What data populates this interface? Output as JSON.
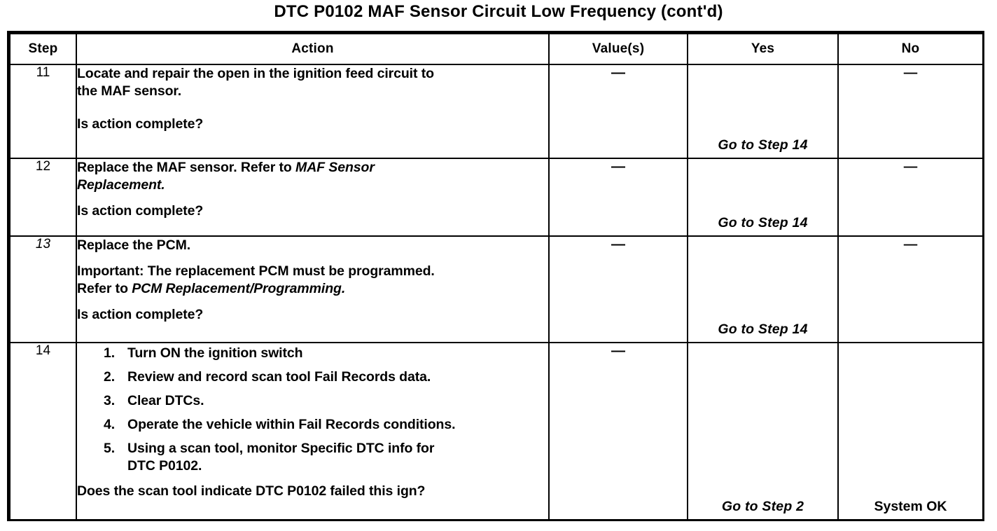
{
  "document": {
    "title": "DTC P0102 MAF Sensor Circuit Low Frequency (cont'd)"
  },
  "table": {
    "headers": {
      "step": "Step",
      "action": "Action",
      "value": "Value(s)",
      "yes": "Yes",
      "no": "No"
    },
    "rows": [
      {
        "step": "11",
        "action_line1": "Locate and repair the open in the ignition feed circuit to",
        "action_line2": "the MAF sensor.",
        "action_question": "Is action complete?",
        "value": "—",
        "yes_goto": "Go to Step 14",
        "no": "—"
      },
      {
        "step": "12",
        "action_line1_plain": "Replace the MAF sensor. Refer to ",
        "action_line1_italic": "MAF Sensor",
        "action_line2_italic": "Replacement.",
        "action_question": "Is action complete?",
        "value": "—",
        "yes_goto": "Go to Step 14",
        "no": "—"
      },
      {
        "step": "13",
        "action_line1": "Replace the PCM.",
        "action_important_label": "Important:",
        "action_important_text": " The replacement PCM must be programmed.",
        "action_refer_plain": "Refer to ",
        "action_refer_italic": "PCM Replacement/Programming.",
        "action_question": "Is action complete?",
        "value": "—",
        "yes_goto": "Go to Step 14",
        "no": "—"
      },
      {
        "step": "14",
        "substeps": [
          "Turn ON the ignition switch",
          "Review and record scan tool Fail Records data.",
          "Clear DTCs.",
          "Operate the vehicle within Fail Records conditions.",
          "Using a scan tool, monitor Specific DTC info for DTC P0102."
        ],
        "action_question": "Does the scan tool indicate DTC P0102 failed this ign?",
        "value": "—",
        "yes_goto": "Go to Step 2",
        "no": "System OK"
      }
    ]
  }
}
